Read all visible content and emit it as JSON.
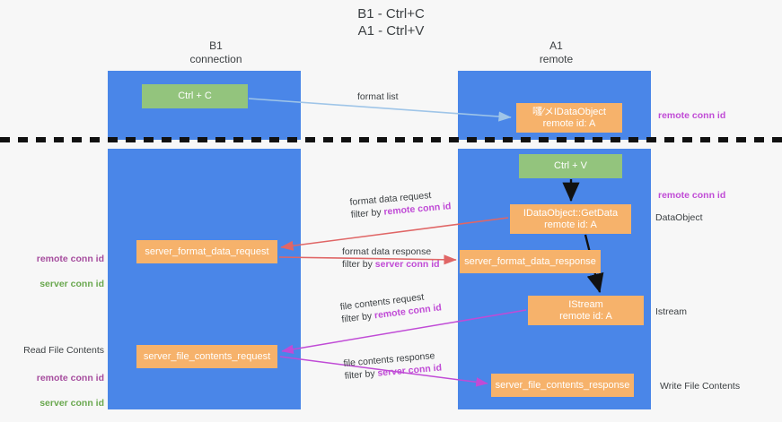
{
  "title": "B1 - Ctrl+C\nA1 - Ctrl+V",
  "lanes": {
    "left": {
      "header": "B1\nconnection",
      "color": "#4a86e8"
    },
    "right": {
      "header": "A1\nremote",
      "color": "#4a86e8"
    }
  },
  "colors": {
    "lane_blue": "#4a86e8",
    "node_green": "#93c47d",
    "node_orange": "#f6b26b",
    "accent_remote": "#a64d9e",
    "accent_remote_bright": "#c04bd6",
    "accent_server": "#6aa84f",
    "arrow_blue": "#9fc5e8",
    "arrow_red": "#e06666",
    "arrow_magenta": "#c04bd6",
    "arrow_black": "#000000",
    "divider": "#000000",
    "background": "#f7f7f7"
  },
  "nodes": {
    "ctrl_c": {
      "line1": "Ctrl + C",
      "line2": "",
      "style": "green"
    },
    "dataobject": {
      "line1": "嚺⁄メIDataObject",
      "line2": "remote id: A",
      "style": "orange"
    },
    "ctrl_v": {
      "line1": "Ctrl + V",
      "line2": "",
      "style": "green"
    },
    "getdata": {
      "line1": "IDataObject::GetData",
      "line2": "remote id: A",
      "style": "orange"
    },
    "sfd_request": {
      "line1": "server_format_data_request",
      "line2": "",
      "style": "orange"
    },
    "sfd_response": {
      "line1": "server_format_data_response",
      "line2": "",
      "style": "orange"
    },
    "istream": {
      "line1": "IStream",
      "line2": "remote id: A",
      "style": "orange"
    },
    "sfc_request": {
      "line1": "server_file_contents_request",
      "line2": "",
      "style": "orange"
    },
    "sfc_response": {
      "line1": "server_file_contents_response",
      "line2": "",
      "style": "orange"
    }
  },
  "edge_labels": {
    "format_list": "format list",
    "format_data_request": "format data request",
    "format_data_request_filter_prefix": "filter by ",
    "format_data_request_filter_key": "remote conn id",
    "format_data_response": "format data response",
    "format_data_response_filter_prefix": "filter by ",
    "format_data_response_filter_key": "server conn id",
    "file_contents_request": "file contents request",
    "file_contents_request_filter_prefix": "filter by ",
    "file_contents_request_filter_key": "remote conn id",
    "file_contents_response": "file contents response",
    "file_contents_response_filter_prefix": "filter by ",
    "file_contents_response_filter_key": "server conn id"
  },
  "annotations": {
    "right_remote_conn_id_top": "remote conn id",
    "right_remote_conn_id_mid": "remote conn id",
    "right_dataobject": "DataObject",
    "right_istream": "Istream",
    "right_write_file_contents": "Write File Contents",
    "left_remote_conn_id": "remote conn id",
    "left_server_conn_id": "server conn id",
    "left_read_file_contents": "Read File Contents",
    "left_remote_conn_id_2": "remote conn id",
    "left_server_conn_id_2": "server conn id"
  }
}
